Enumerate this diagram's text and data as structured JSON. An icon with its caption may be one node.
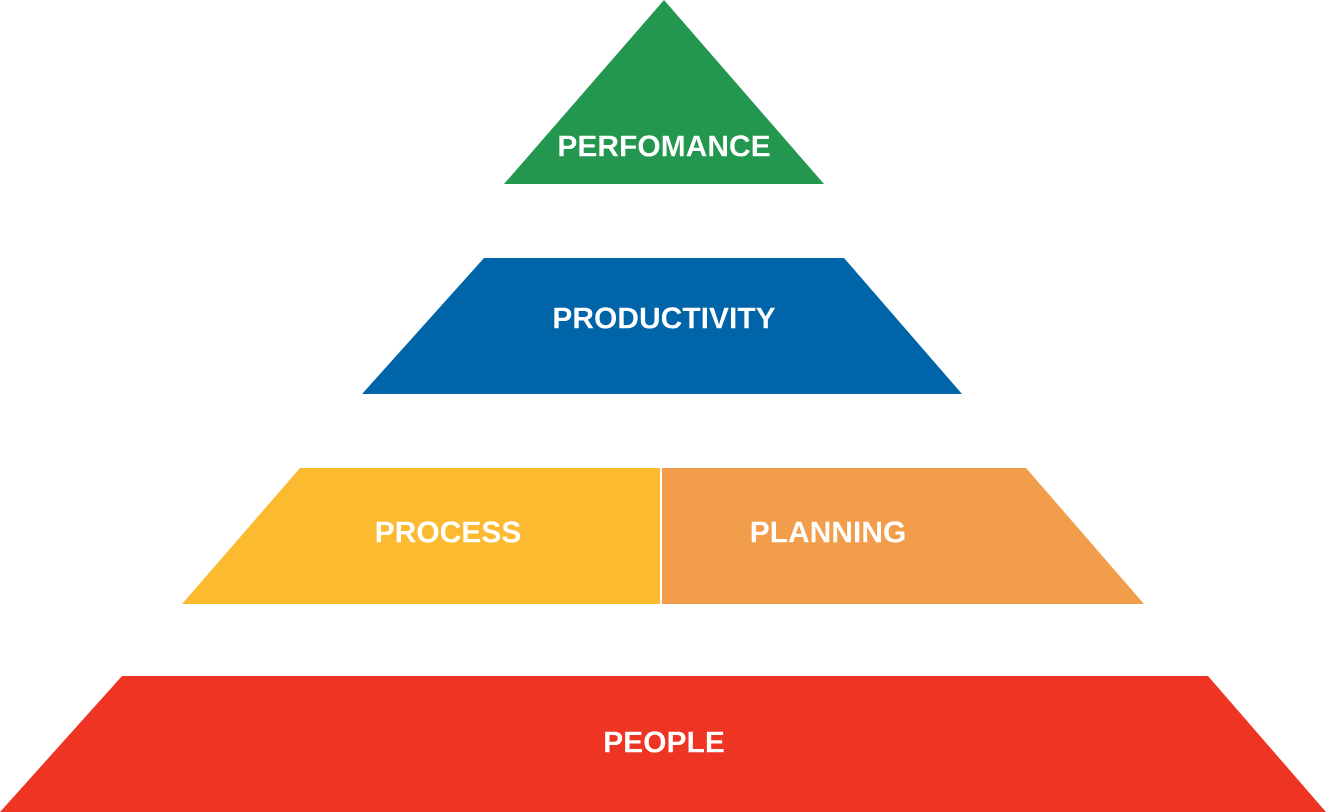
{
  "diagram": {
    "nodes": [
      {
        "text": [
          "PERFOMANCE"
        ]
      },
      {
        "text": [
          "PRODUCTIVITY"
        ]
      },
      {
        "text": [
          "PROCESS"
        ]
      },
      {
        "text": [
          "PLANNING"
        ]
      },
      {
        "text": [
          "PEOPLE"
        ]
      }
    ]
  }
}
